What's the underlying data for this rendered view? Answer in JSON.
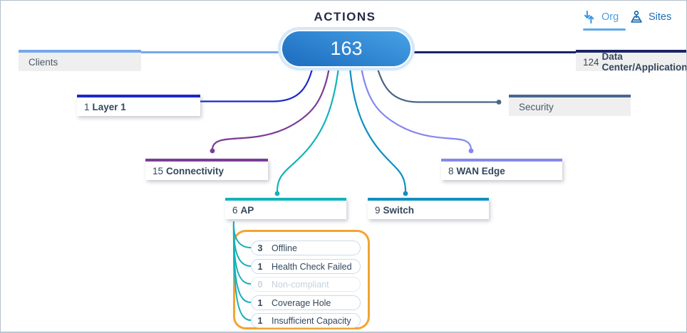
{
  "header": {
    "title": "ACTIONS"
  },
  "view_toggle": {
    "org": {
      "label": "Org",
      "active": true
    },
    "sites": {
      "label": "Sites",
      "active": false
    }
  },
  "root_node": {
    "count": "163"
  },
  "nodes": {
    "clients": {
      "count": "",
      "label": "Clients"
    },
    "data_center": {
      "count": "124",
      "label": "Data Center/Applications"
    },
    "layer1": {
      "count": "1",
      "label": "Layer 1"
    },
    "security": {
      "count": "",
      "label": "Security"
    },
    "connectivity": {
      "count": "15",
      "label": "Connectivity"
    },
    "wan_edge": {
      "count": "8",
      "label": "WAN Edge"
    },
    "ap": {
      "count": "6",
      "label": "AP"
    },
    "switch": {
      "count": "9",
      "label": "Switch"
    }
  },
  "ap_subactions": [
    {
      "count": "3",
      "label": "Offline"
    },
    {
      "count": "1",
      "label": "Health Check Failed"
    },
    {
      "count": "0",
      "label": "Non-compliant"
    },
    {
      "count": "1",
      "label": "Coverage Hole"
    },
    {
      "count": "1",
      "label": "Insufficient Capacity"
    }
  ],
  "colors": {
    "root_gradient_top": "#47a2e6",
    "root_gradient_bottom": "#2273c4",
    "clients": "#74a7ea",
    "data_center": "#1b2368",
    "layer1": "#1a28c8",
    "security": "#48688e",
    "connectivity": "#7b3d96",
    "wan_edge": "#8487ef",
    "ap": "#12b3ba",
    "switch": "#0f90c0",
    "ap_fan_lines": "#19b0ba",
    "ap_panel_border": "#f2a431",
    "org_active_blue": "#4d9fe0",
    "sites_blue": "#1a6cb5",
    "node_text": "#33475c"
  }
}
